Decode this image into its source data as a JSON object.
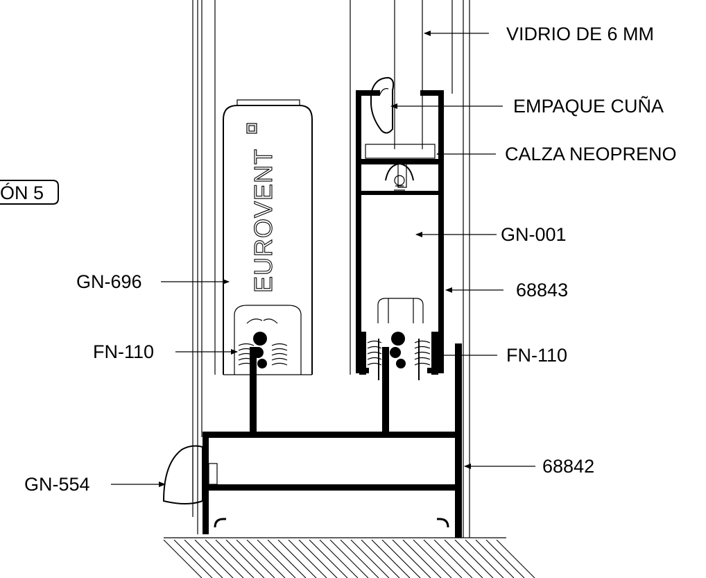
{
  "drawing": {
    "section_tag": "ÓN 5",
    "brand_text": "EUROVENT",
    "callouts": {
      "vidrio": "VIDRIO DE 6 MM",
      "empaque": "EMPAQUE CUÑA",
      "calza": "CALZA NEOPRENO",
      "gn001": "GN-001",
      "p68843": "68843",
      "fn110_right": "FN-110",
      "p68842": "68842",
      "gn696": "GN-696",
      "fn110_left": "FN-110",
      "gn554": "GN-554"
    }
  }
}
